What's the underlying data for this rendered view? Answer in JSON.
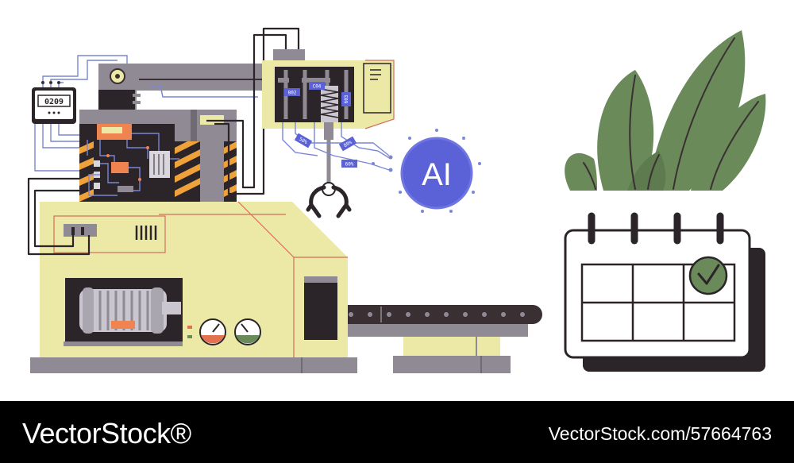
{
  "colors": {
    "machine": "#ece9a6",
    "panel_dark": "#2b2529",
    "metal": "#8f8a93",
    "accent_orange": "#f08451",
    "ai_blue": "#5b62d8",
    "leaf_green": "#6b8a5a",
    "outline": "#3a3034",
    "wire_blue": "#7b86d6"
  },
  "meter": {
    "display": "0209"
  },
  "chips": {
    "c1": "802",
    "c2": "C04",
    "c3": "603",
    "c4": "50%",
    "c5": "80%",
    "c6": "60%"
  },
  "ai_badge": {
    "text": "AI"
  },
  "calendar": {
    "rows": 2,
    "cols": 3,
    "checked_cell": "row-1-col-3",
    "check_icon": "check-mark"
  },
  "icons": [
    "robot-gripper-icon",
    "electric-motor-icon",
    "pressure-gauge-icon",
    "calendar-icon",
    "plant-icon",
    "conveyor-belt-icon"
  ],
  "footer": {
    "brand": "VectorStock®",
    "image_id": "VectorStock.com/57664763"
  }
}
